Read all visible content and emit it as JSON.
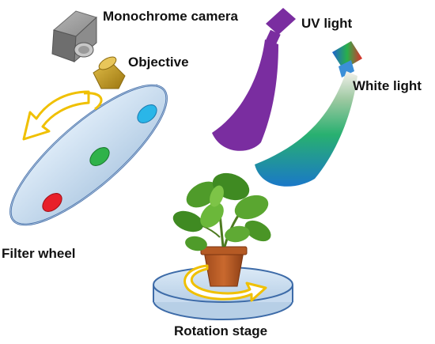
{
  "labels": {
    "camera": "Monochrome camera",
    "objective": "Objective",
    "uv_light": "UV light",
    "white_light": "White light",
    "filter_wheel": "Filter wheel",
    "rotation_stage": "Rotation stage"
  },
  "colors": {
    "uv_light": "#7a2da0",
    "camera_body": "#7f7f7f",
    "objective": "#c9a12a",
    "wheel_fill": "#c9dcf0",
    "wheel_stroke": "#3d6ba8",
    "arrow_outline": "#f0c000",
    "filter_red": "#e8202a",
    "filter_green": "#2fb24a",
    "filter_cyan": "#2ab6e8"
  },
  "components": {
    "camera_icon": "camera-icon",
    "objective_icon": "objective-icon",
    "uv_icon": "uv-light-icon",
    "white_icon": "white-light-icon",
    "plant_icon": "plant-icon"
  }
}
